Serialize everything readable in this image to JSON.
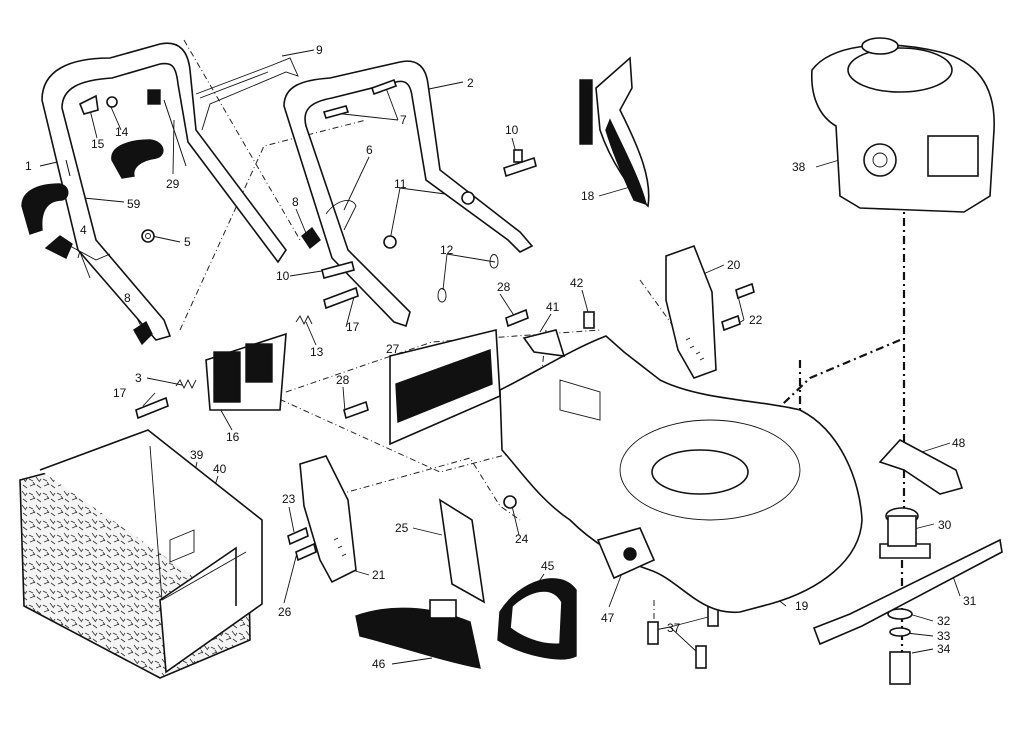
{
  "callouts": [
    "1",
    "2",
    "3",
    "4",
    "5",
    "6",
    "7",
    "8",
    "8",
    "9",
    "10",
    "10",
    "11",
    "12",
    "13",
    "14",
    "15",
    "16",
    "17",
    "17",
    "18",
    "19",
    "20",
    "21",
    "22",
    "23",
    "24",
    "25",
    "26",
    "27",
    "28",
    "28",
    "29",
    "30",
    "31",
    "32",
    "33",
    "34",
    "37",
    "38",
    "39",
    "40",
    "41",
    "42",
    "45",
    "46",
    "47",
    "48",
    "59"
  ]
}
